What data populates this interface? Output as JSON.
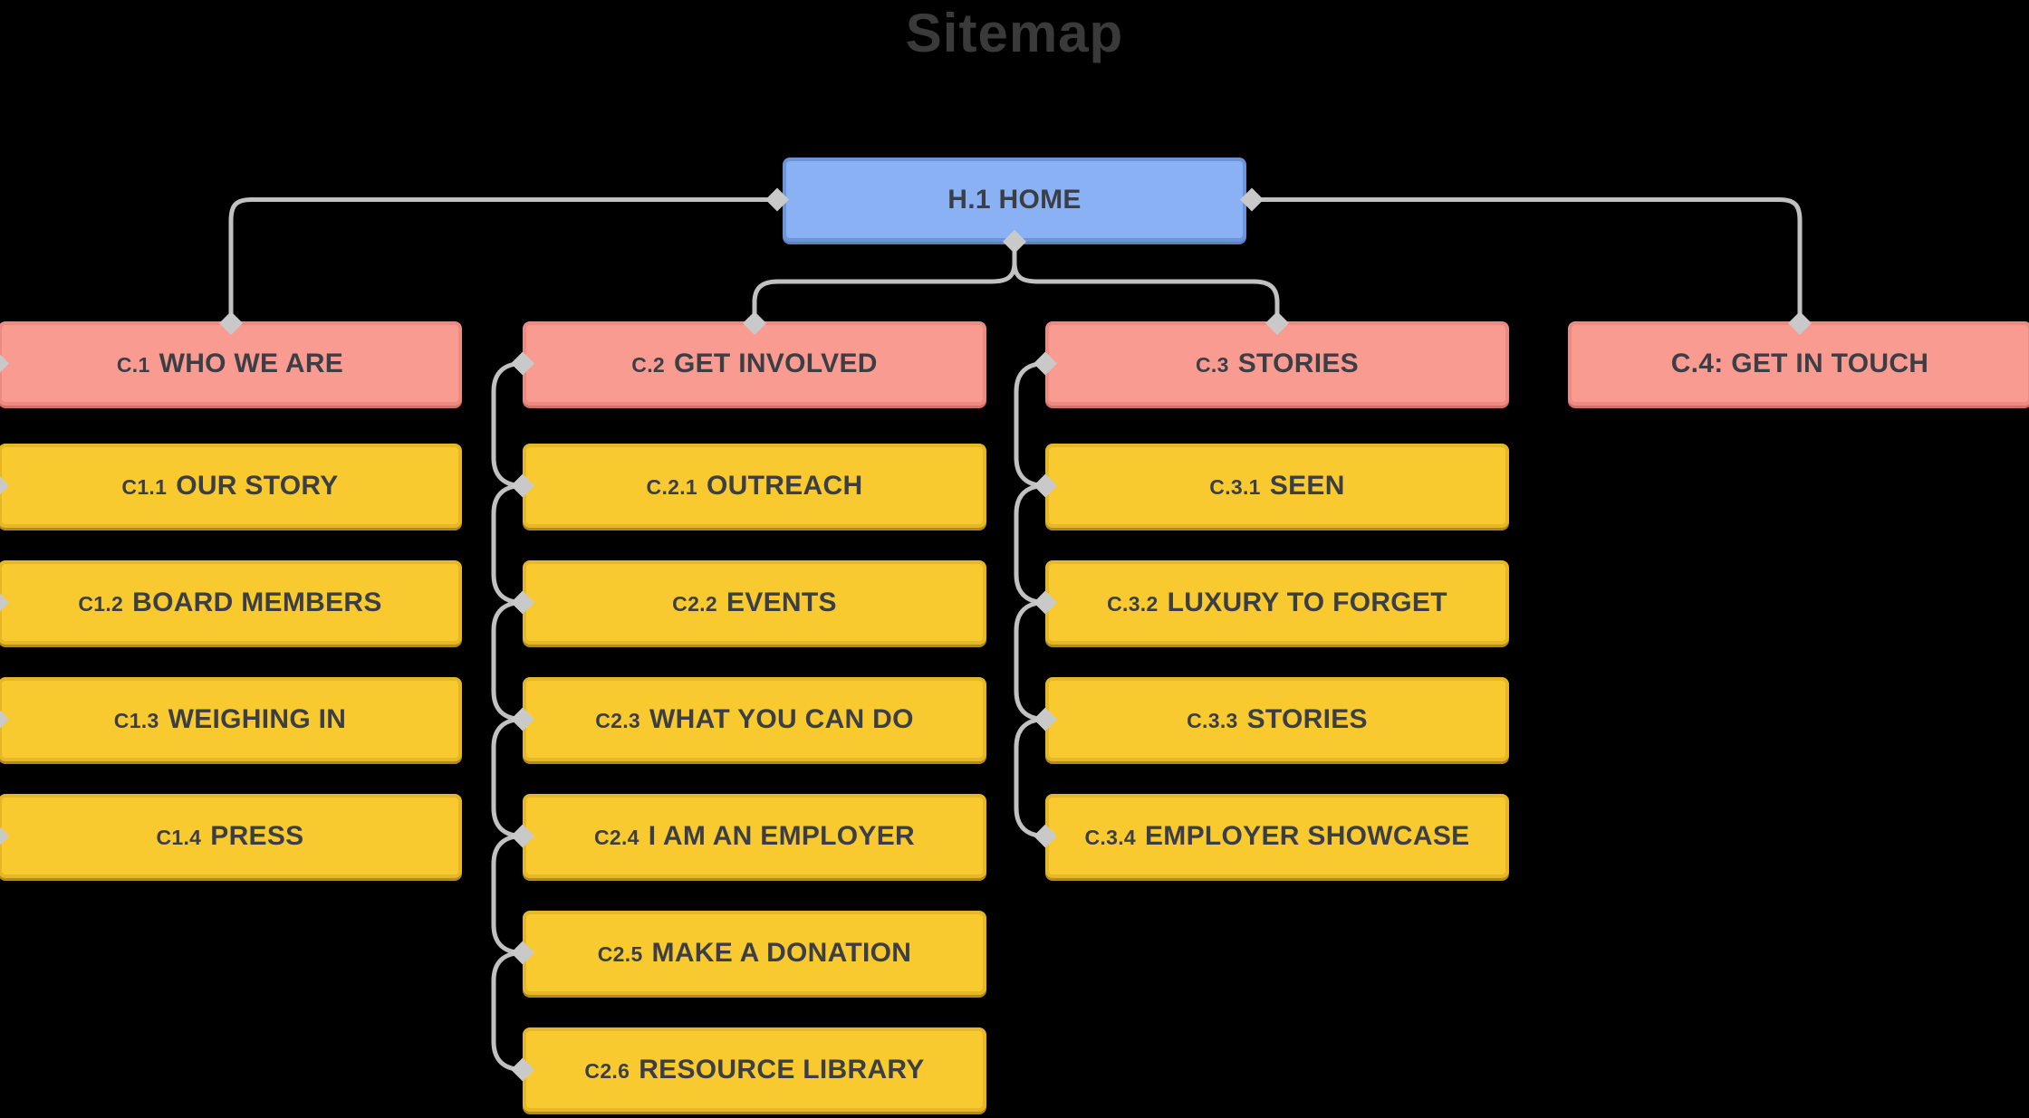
{
  "title": "Sitemap",
  "colors": {
    "background": "#000000",
    "title_color": "#3A3A3A",
    "home_fill": "#89B1F4",
    "home_border": "#6D94D6",
    "section_fill": "#FA9B91",
    "section_border": "#EC8B82",
    "page_fill": "#F9CA2F",
    "page_border": "#E6B726",
    "connector": "#C1C1C1",
    "diamond": "#C9C9C9",
    "text": "#3B3F45"
  },
  "nodes": {
    "home": {
      "label": "H.1 HOME"
    },
    "c1": {
      "prefix": "C.1",
      "label": "WHO WE ARE"
    },
    "c1_children": [
      {
        "prefix": "C1.1",
        "label": "OUR STORY"
      },
      {
        "prefix": "C1.2",
        "label": "BOARD MEMBERS"
      },
      {
        "prefix": "C1.3",
        "label": "WEIGHING IN"
      },
      {
        "prefix": "C1.4",
        "label": "PRESS"
      }
    ],
    "c2": {
      "prefix": "C.2",
      "label": "GET INVOLVED"
    },
    "c2_children": [
      {
        "prefix": "C.2.1",
        "label": "OUTREACH"
      },
      {
        "prefix": "C2.2",
        "label": "EVENTS"
      },
      {
        "prefix": "C2.3",
        "label": "WHAT YOU CAN DO"
      },
      {
        "prefix": "C2.4",
        "label": "I AM AN EMPLOYER"
      },
      {
        "prefix": "C2.5",
        "label": "MAKE A DONATION"
      },
      {
        "prefix": "C2.6",
        "label": "RESOURCE LIBRARY"
      }
    ],
    "c3": {
      "prefix": "C.3",
      "label": "STORIES"
    },
    "c3_children": [
      {
        "prefix": "C.3.1",
        "label": "SEEN"
      },
      {
        "prefix": "C.3.2",
        "label": "LUXURY TO FORGET"
      },
      {
        "prefix": "C.3.3",
        "label": "STORIES"
      },
      {
        "prefix": "C.3.4",
        "label": "EMPLOYER SHOWCASE"
      }
    ],
    "c4": {
      "label": "C.4: GET IN TOUCH"
    }
  }
}
